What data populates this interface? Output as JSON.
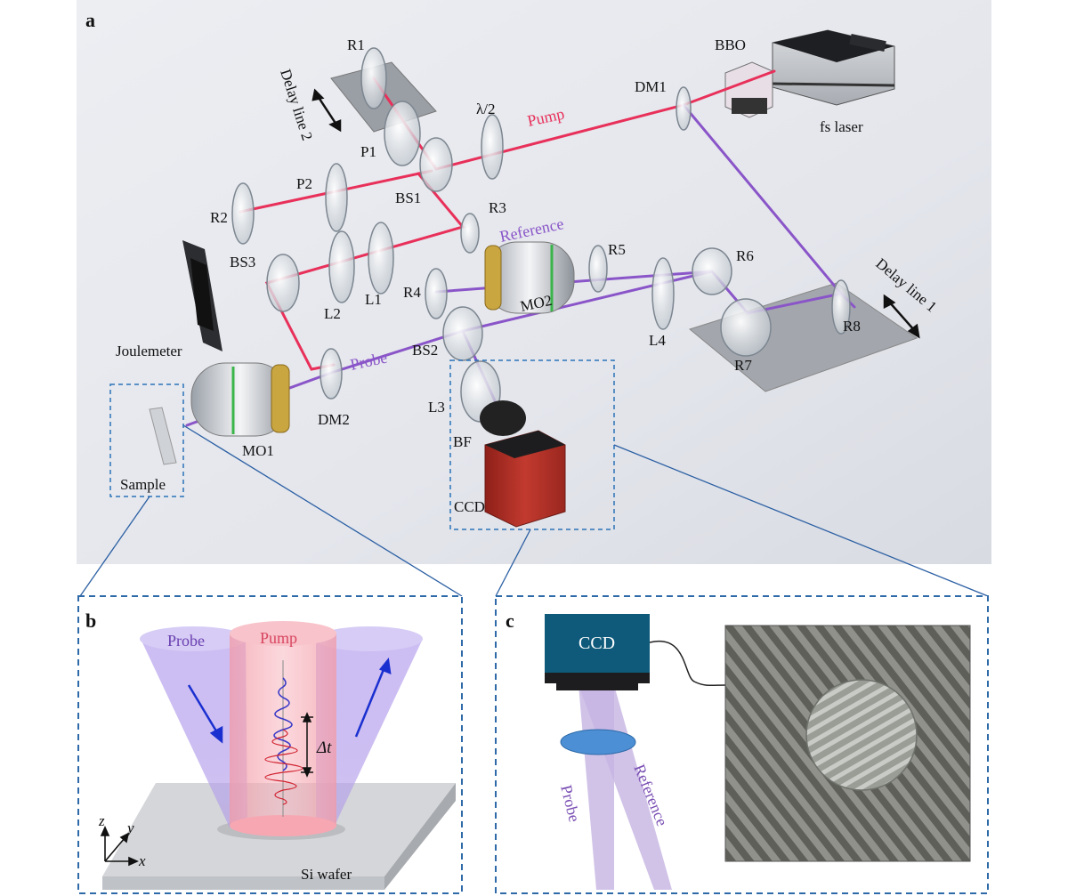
{
  "panels": {
    "a": {
      "letter": "a",
      "components": {
        "R1": "R1",
        "delay_line_2": "Delay line 2",
        "P1": "P1",
        "lambda_half": "λ/2",
        "pump": "Pump",
        "DM1": "DM1",
        "BBO": "BBO",
        "fs_laser": "fs laser",
        "P2": "P2",
        "BS1": "BS1",
        "R2": "R2",
        "R3": "R3",
        "reference": "Reference",
        "BS3": "BS3",
        "R5": "R5",
        "R6": "R6",
        "delay_line_1": "Delay line 1",
        "L1": "L1",
        "L2": "L2",
        "R4": "R4",
        "MO2": "MO2",
        "joulemeter": "Joulemeter",
        "L4": "L4",
        "R8": "R8",
        "R7": "R7",
        "probe": "Probe",
        "BS2": "BS2",
        "DM2": "DM2",
        "L3": "L3",
        "MO1": "MO1",
        "BF": "BF",
        "sample": "Sample",
        "CCD": "CCD"
      }
    },
    "b": {
      "letter": "b",
      "probe": "Probe",
      "pump": "Pump",
      "delta_t": "Δt",
      "axis_z": "z",
      "axis_y": "y",
      "axis_x": "x",
      "si_wafer": "Si wafer"
    },
    "c": {
      "letter": "c",
      "ccd": "CCD",
      "probe": "Probe",
      "reference": "Reference"
    }
  },
  "colors": {
    "pump_beam": "#e8305a",
    "probe_beam": "#8a55c8",
    "callout_dash": "#2b73b8",
    "ccd_body": "#0f5a7a",
    "ccd_camera_red": "#b5322a"
  }
}
